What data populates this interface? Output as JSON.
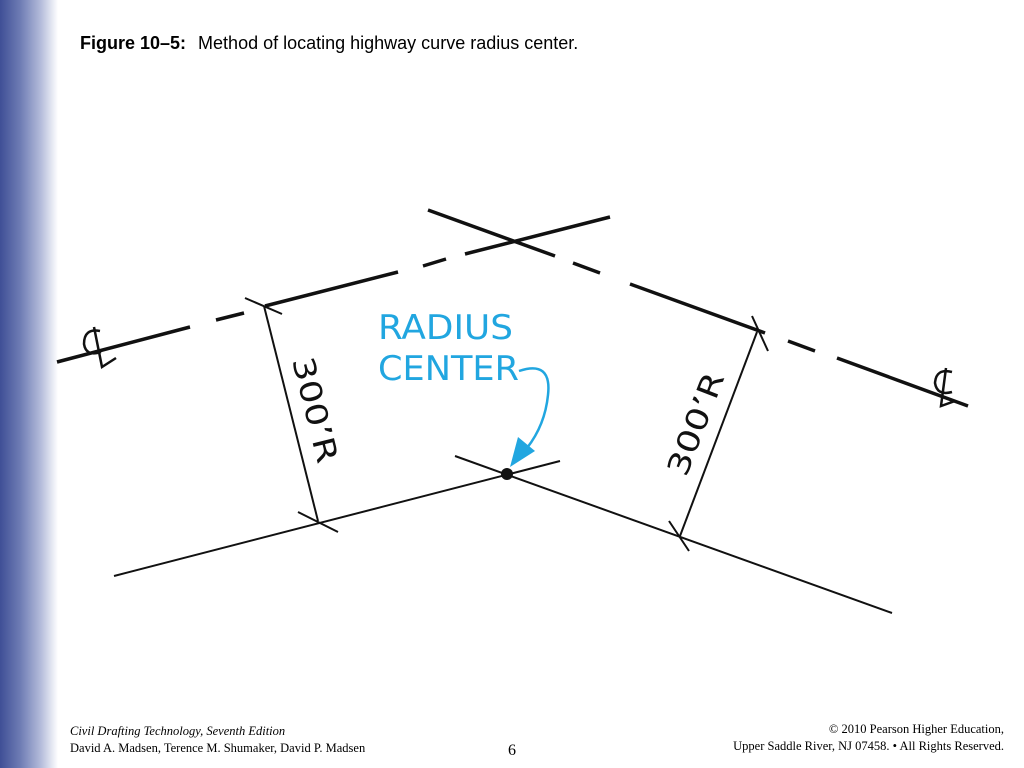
{
  "slide": {
    "title_label": "Figure 10–5:",
    "title_text": "Method of locating highway curve radius center.",
    "page_number": "6"
  },
  "diagram": {
    "radius_label_left": "300’R",
    "radius_label_right": "300’R",
    "radius_center_line1": "RADIUS",
    "radius_center_line2": "CENTER",
    "centerline_symbol_left": "CL",
    "centerline_symbol_right": "CL",
    "colors": {
      "line": "#111111",
      "annotation": "#21a6e0"
    }
  },
  "footer": {
    "book_title": "Civil Drafting Technology, Seventh Edition",
    "authors": "David A. Madsen, Terence M. Shumaker, David P. Madsen",
    "copyright_line1": "© 2010 Pearson Higher Education,",
    "copyright_line2": "Upper Saddle River, NJ 07458. • All Rights Reserved."
  }
}
